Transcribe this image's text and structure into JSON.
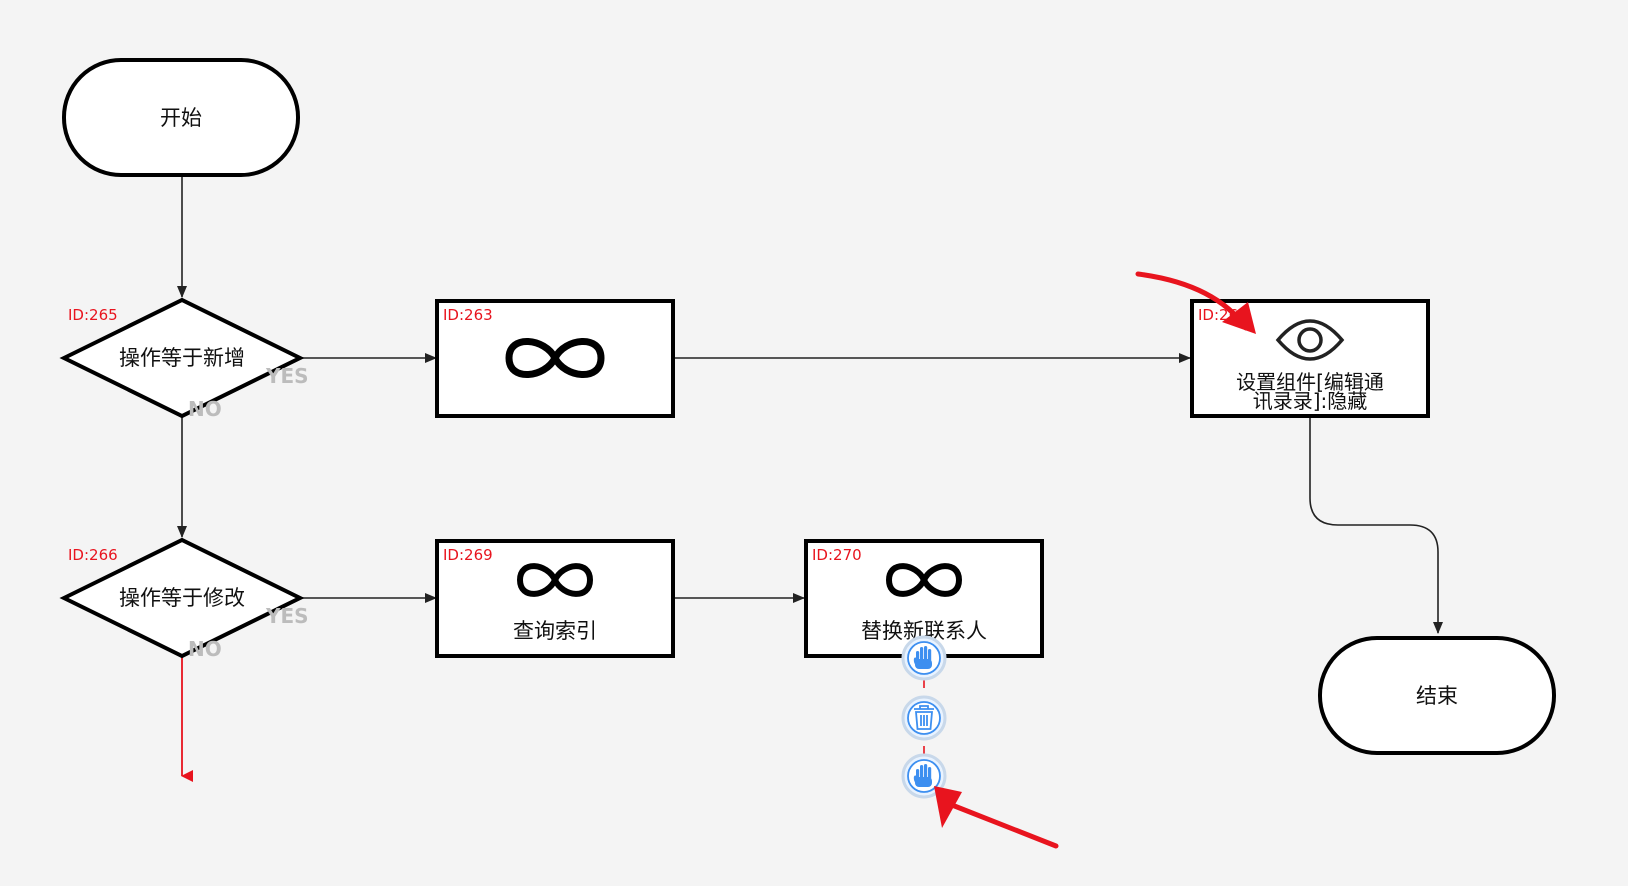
{
  "nodes": {
    "start": {
      "label": "开始"
    },
    "end": {
      "label": "结束"
    },
    "decision_265": {
      "id_label": "ID:265",
      "label": "操作等于新增",
      "yes": "YES",
      "no": "NO"
    },
    "decision_266": {
      "id_label": "ID:266",
      "label": "操作等于修改",
      "yes": "YES",
      "no": "NO"
    },
    "task_263": {
      "id_label": "ID:263",
      "icon": "infinity-icon"
    },
    "task_269": {
      "id_label": "ID:269",
      "icon": "infinity-icon",
      "label": "查询索引"
    },
    "task_270": {
      "id_label": "ID:270",
      "icon": "infinity-icon",
      "label": "替换新联系人"
    },
    "task_set": {
      "id_label": "ID:26",
      "icon": "eye-icon",
      "label_line1": "设置组件[编辑通",
      "label_line2": "讯录录]:隐藏"
    }
  },
  "edge_tools": {
    "icons": [
      "hand-icon",
      "trash-icon",
      "hand-icon"
    ],
    "accent": "#3d8ff0"
  },
  "colors": {
    "id_text": "#e8141e",
    "annotation_arrow": "#e8141e",
    "branch_label": "#bcbcbc"
  }
}
